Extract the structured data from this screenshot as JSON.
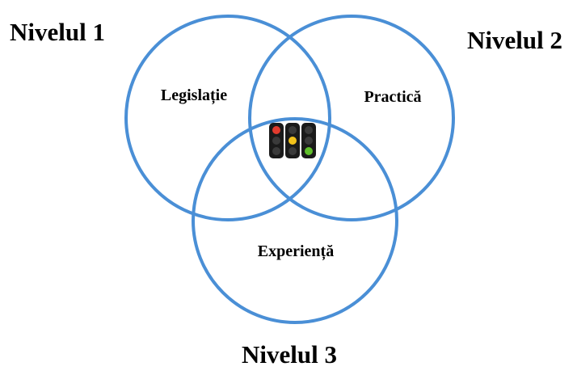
{
  "diagram": {
    "type": "venn",
    "levels": {
      "level1": "Nivelul 1",
      "level2": "Nivelul 2",
      "level3": "Nivelul 3"
    },
    "circles": {
      "left": "Legislație",
      "right": "Practică",
      "bottom": "Experiență"
    },
    "center_icon": "traffic-lights-icon",
    "colors": {
      "circle_stroke": "#4a8fd6",
      "text": "#000000",
      "light_housing": "#1a1a1a",
      "light_red": "#e23b2e",
      "light_yellow": "#f2c21b",
      "light_green": "#5fbf2a",
      "light_off": "#3a3a3a"
    }
  }
}
